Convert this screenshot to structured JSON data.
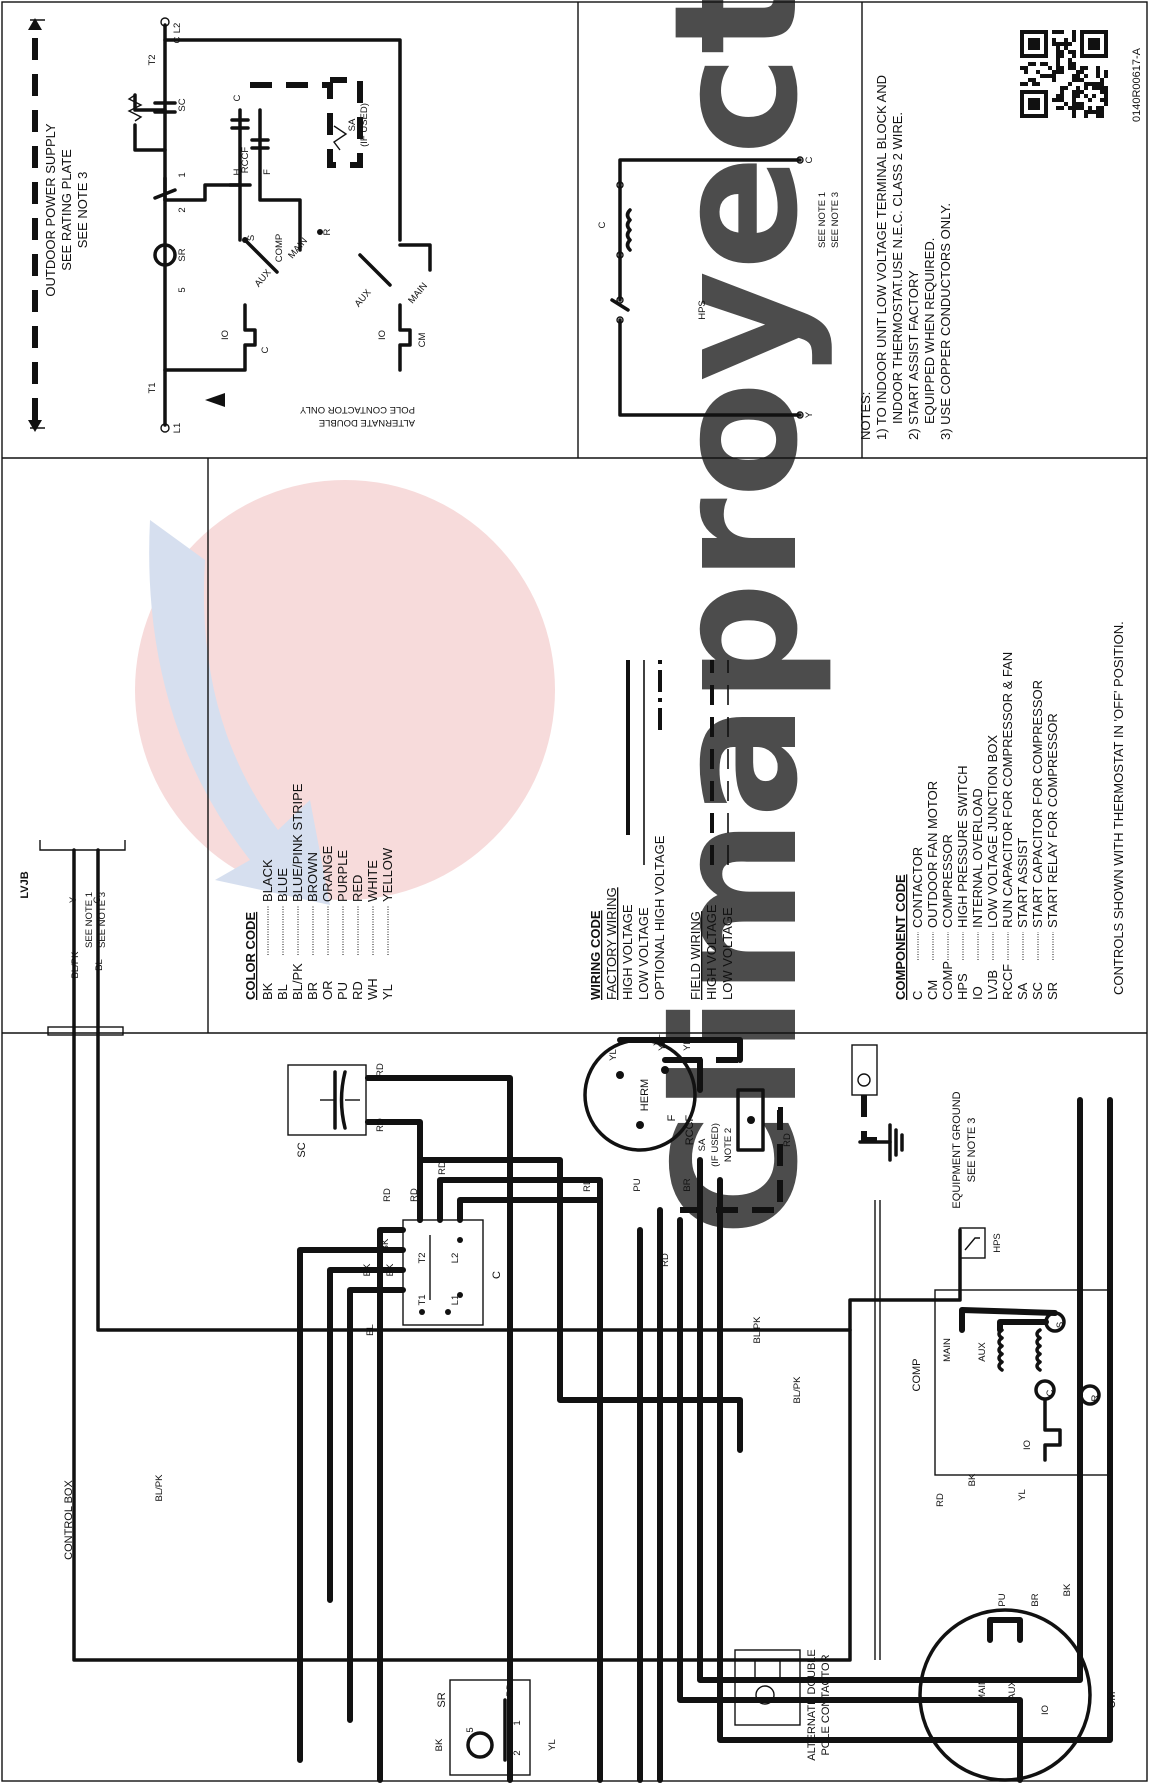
{
  "doc": {
    "doc_number": "0140R00617-A",
    "watermark": "Climaproyect",
    "control_box_label": "CONTROL BOX",
    "alt_contactor_label": [
      "ALTERNATE DOUBLE",
      "POLE CONTACTOR"
    ],
    "equipment_ground": [
      "EQUIPMENT GROUND",
      "SEE NOTE 3"
    ],
    "lvjb": {
      "title": "LVJB",
      "note1": "SEE NOTE 1",
      "note3": "SEE NOTE 3"
    },
    "hps_note1": "SEE NOTE 1",
    "hps_note3": "SEE NOTE 3",
    "sa_label": [
      "SA",
      "(IF USED)",
      "NOTE 2"
    ],
    "sa_label_ladder": [
      "SA",
      "(IF USED)"
    ],
    "outdoor_power": [
      "OUTDOOR POWER SUPPLY",
      "SEE RATING PLATE",
      "SEE NOTE 3"
    ],
    "alt_double_pole_only": [
      "ALTERNATE DOUBLE",
      "POLE CONTACTOR ONLY"
    ],
    "controls_note": "CONTROLS SHOWN WITH THERMOSTAT IN 'OFF' POSITION.",
    "notes_title": "NOTES:",
    "notes": [
      "1)  TO INDOOR UNIT LOW VOLTAGE TERMINAL BLOCK AND",
      "INDOOR THERMOSTAT.USE N.E.C. CLASS 2 WIRE.",
      "2)  START ASSIST FACTORY",
      "EQUIPPED WHEN REQUIRED.",
      "3)  USE COPPER CONDUCTORS ONLY."
    ]
  },
  "color_code": {
    "title": "COLOR CODE",
    "items": [
      {
        "code": "BK",
        "name": "BLACK"
      },
      {
        "code": "BL",
        "name": "BLUE"
      },
      {
        "code": "BL/PK",
        "name": "BLUE/PINK STRIPE"
      },
      {
        "code": "BR",
        "name": "BROWN"
      },
      {
        "code": "OR",
        "name": "ORANGE"
      },
      {
        "code": "PU",
        "name": "PURPLE"
      },
      {
        "code": "RD",
        "name": "RED"
      },
      {
        "code": "WH",
        "name": "WHITE"
      },
      {
        "code": "YL",
        "name": "YELLOW"
      }
    ]
  },
  "wiring_code": {
    "title": "WIRING CODE",
    "factory_title": "FACTORY WIRING",
    "factory": [
      "HIGH VOLTAGE",
      "LOW VOLTAGE",
      "OPTIONAL HIGH VOLTAGE"
    ],
    "field_title": "FIELD WIRING",
    "field": [
      "HIGH VOLTAGE",
      "LOW VOLTAGE"
    ]
  },
  "component_code": {
    "title": "COMPONENT CODE",
    "items": [
      {
        "code": "C",
        "name": "CONTACTOR"
      },
      {
        "code": "CM",
        "name": "OUTDOOR FAN MOTOR"
      },
      {
        "code": "COMP",
        "name": "COMPRESSOR"
      },
      {
        "code": "HPS",
        "name": "HIGH PRESSURE SWITCH"
      },
      {
        "code": "IO",
        "name": "INTERNAL OVERLOAD"
      },
      {
        "code": "LVJB",
        "name": "LOW VOLTAGE JUNCTION BOX"
      },
      {
        "code": "RCCF",
        "name": "RUN CAPACITOR FOR COMPRESSOR & FAN"
      },
      {
        "code": "SA",
        "name": "START ASSIST"
      },
      {
        "code": "SC",
        "name": "START CAPACITOR FOR COMPRESSOR"
      },
      {
        "code": "SR",
        "name": "START RELAY FOR COMPRESSOR"
      }
    ]
  },
  "labels": {
    "sc": "SC",
    "c": "C",
    "comp": "COMP",
    "hps": "HPS",
    "cm": "CM",
    "sr": "SR",
    "io": "IO",
    "main": "MAIN",
    "aux": "AUX",
    "herm": "HERM",
    "f": "F",
    "rccf": "RCCF",
    "s": "S",
    "r": "R",
    "h": "H",
    "t1": "T1",
    "t2": "T2",
    "l1": "L1",
    "l2": "L2",
    "y": "Y",
    "one": "1",
    "two": "2",
    "five": "5",
    "rd": "RD",
    "bk": "BK",
    "bl": "BL",
    "blpk": "BL/PK",
    "yl": "YL",
    "pu": "PU",
    "br": "BR"
  }
}
